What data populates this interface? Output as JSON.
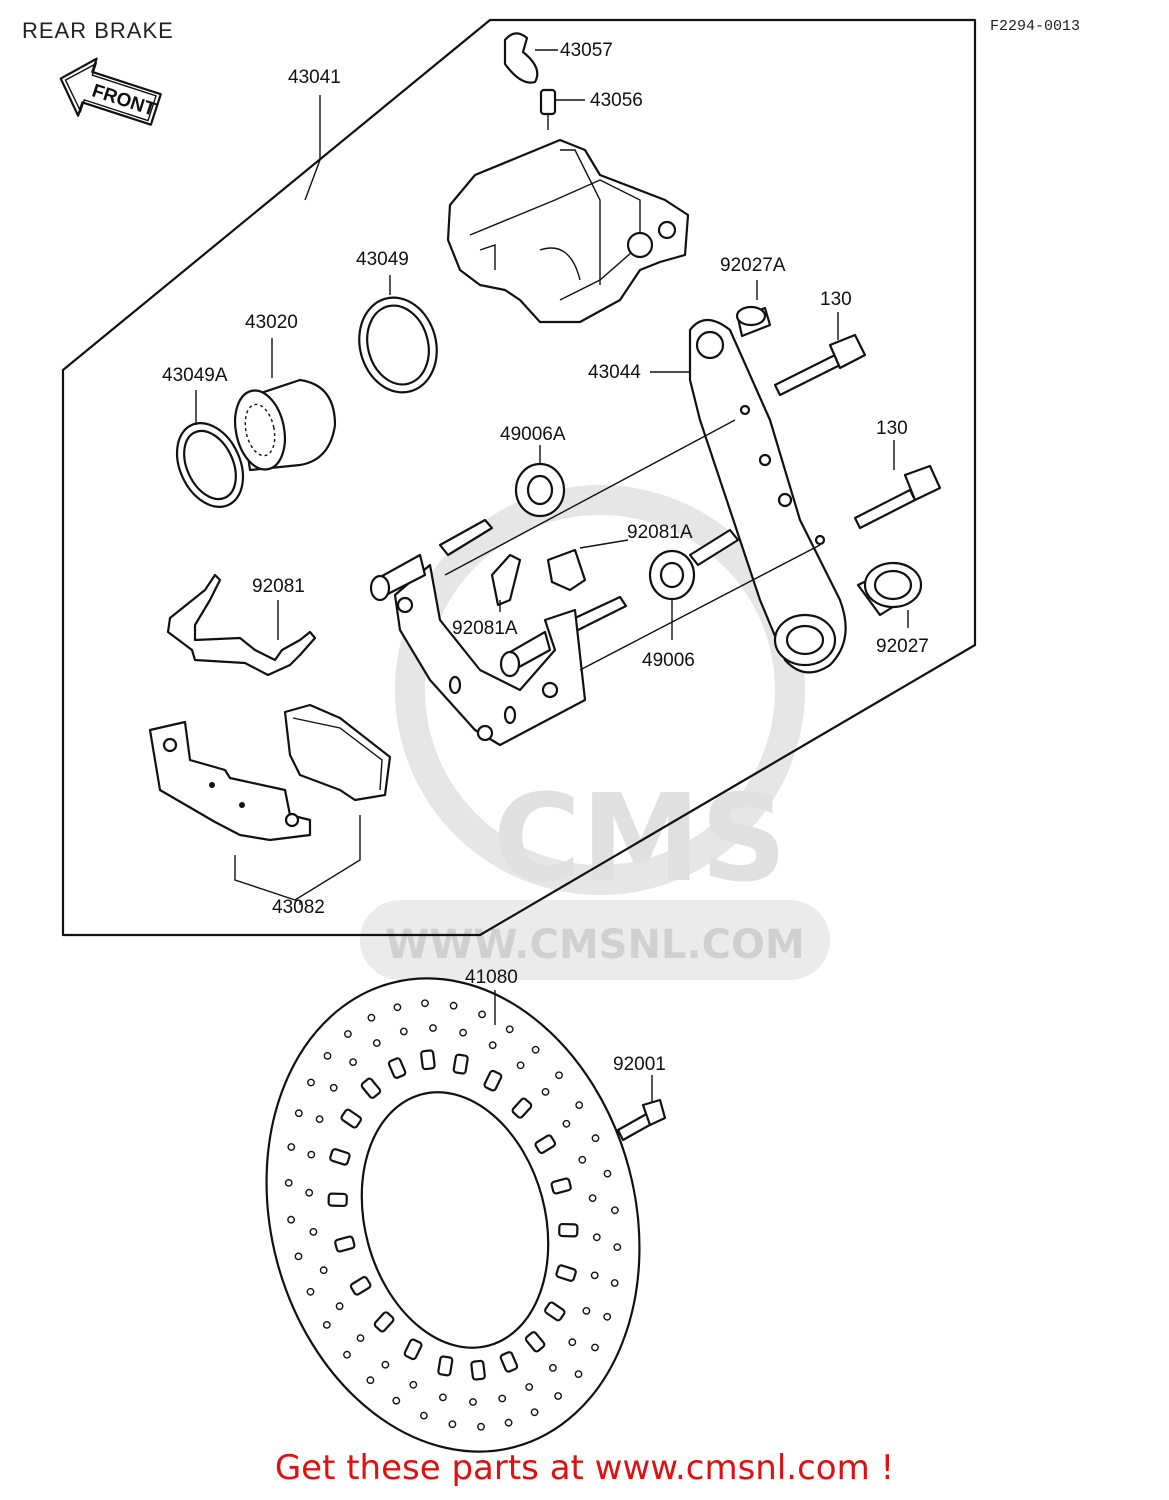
{
  "header": {
    "title": "REAR BRAKE",
    "ref_code": "F2294-0013",
    "front_label": "FRONT"
  },
  "watermark": {
    "logo": "CMS",
    "url": "WWW.CMSNL.COM"
  },
  "parts": [
    {
      "id": "p43057",
      "number": "43057"
    },
    {
      "id": "p43056",
      "number": "43056"
    },
    {
      "id": "p43041",
      "number": "43041"
    },
    {
      "id": "p43049",
      "number": "43049"
    },
    {
      "id": "p43020",
      "number": "43020"
    },
    {
      "id": "p43049A",
      "number": "43049A"
    },
    {
      "id": "p92027A",
      "number": "92027A"
    },
    {
      "id": "p130a",
      "number": "130"
    },
    {
      "id": "p43044",
      "number": "43044"
    },
    {
      "id": "p49006A",
      "number": "49006A"
    },
    {
      "id": "p130b",
      "number": "130"
    },
    {
      "id": "p92081A_top",
      "number": "92081A"
    },
    {
      "id": "p92081",
      "number": "92081"
    },
    {
      "id": "p92081A_bot",
      "number": "92081A"
    },
    {
      "id": "p49006",
      "number": "49006"
    },
    {
      "id": "p92027",
      "number": "92027"
    },
    {
      "id": "p43082",
      "number": "43082"
    },
    {
      "id": "p41080",
      "number": "41080"
    },
    {
      "id": "p92001",
      "number": "92001"
    }
  ],
  "footer": {
    "cta": "Get these parts at www.cmsnl.com !"
  }
}
